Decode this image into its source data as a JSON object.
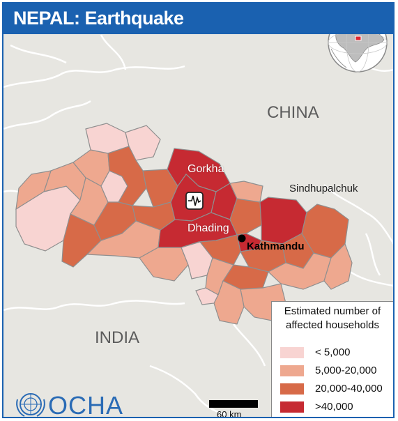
{
  "title": "NEPAL: Earthquake",
  "labels": {
    "china": "CHINA",
    "india": "INDIA",
    "gorkha": "Gorkha",
    "dhading": "Dhading",
    "sindhupalchuk": "Sindhupalchuk",
    "kathmandu": "Kathmandu"
  },
  "legend": {
    "title_line1": "Estimated number of",
    "title_line2": "affected households",
    "items": [
      {
        "label": "< 5,000",
        "color": "#f8d4d2"
      },
      {
        "label": "5,000-20,000",
        "color": "#eea88f"
      },
      {
        "label": "20,000-40,000",
        "color": "#d76a48"
      },
      {
        "label": ">40,000",
        "color": "#c62a32"
      }
    ]
  },
  "scale": {
    "label": "60 km"
  },
  "logo": {
    "text": "OCHA",
    "emblem": "un-emblem-icon"
  },
  "colors": {
    "brand": "#1a61b0",
    "land": "#e7e6e1",
    "border": "#8f8f8f",
    "epicenter_icon": "seismograph-icon",
    "globe_icon": "globe-icon"
  }
}
